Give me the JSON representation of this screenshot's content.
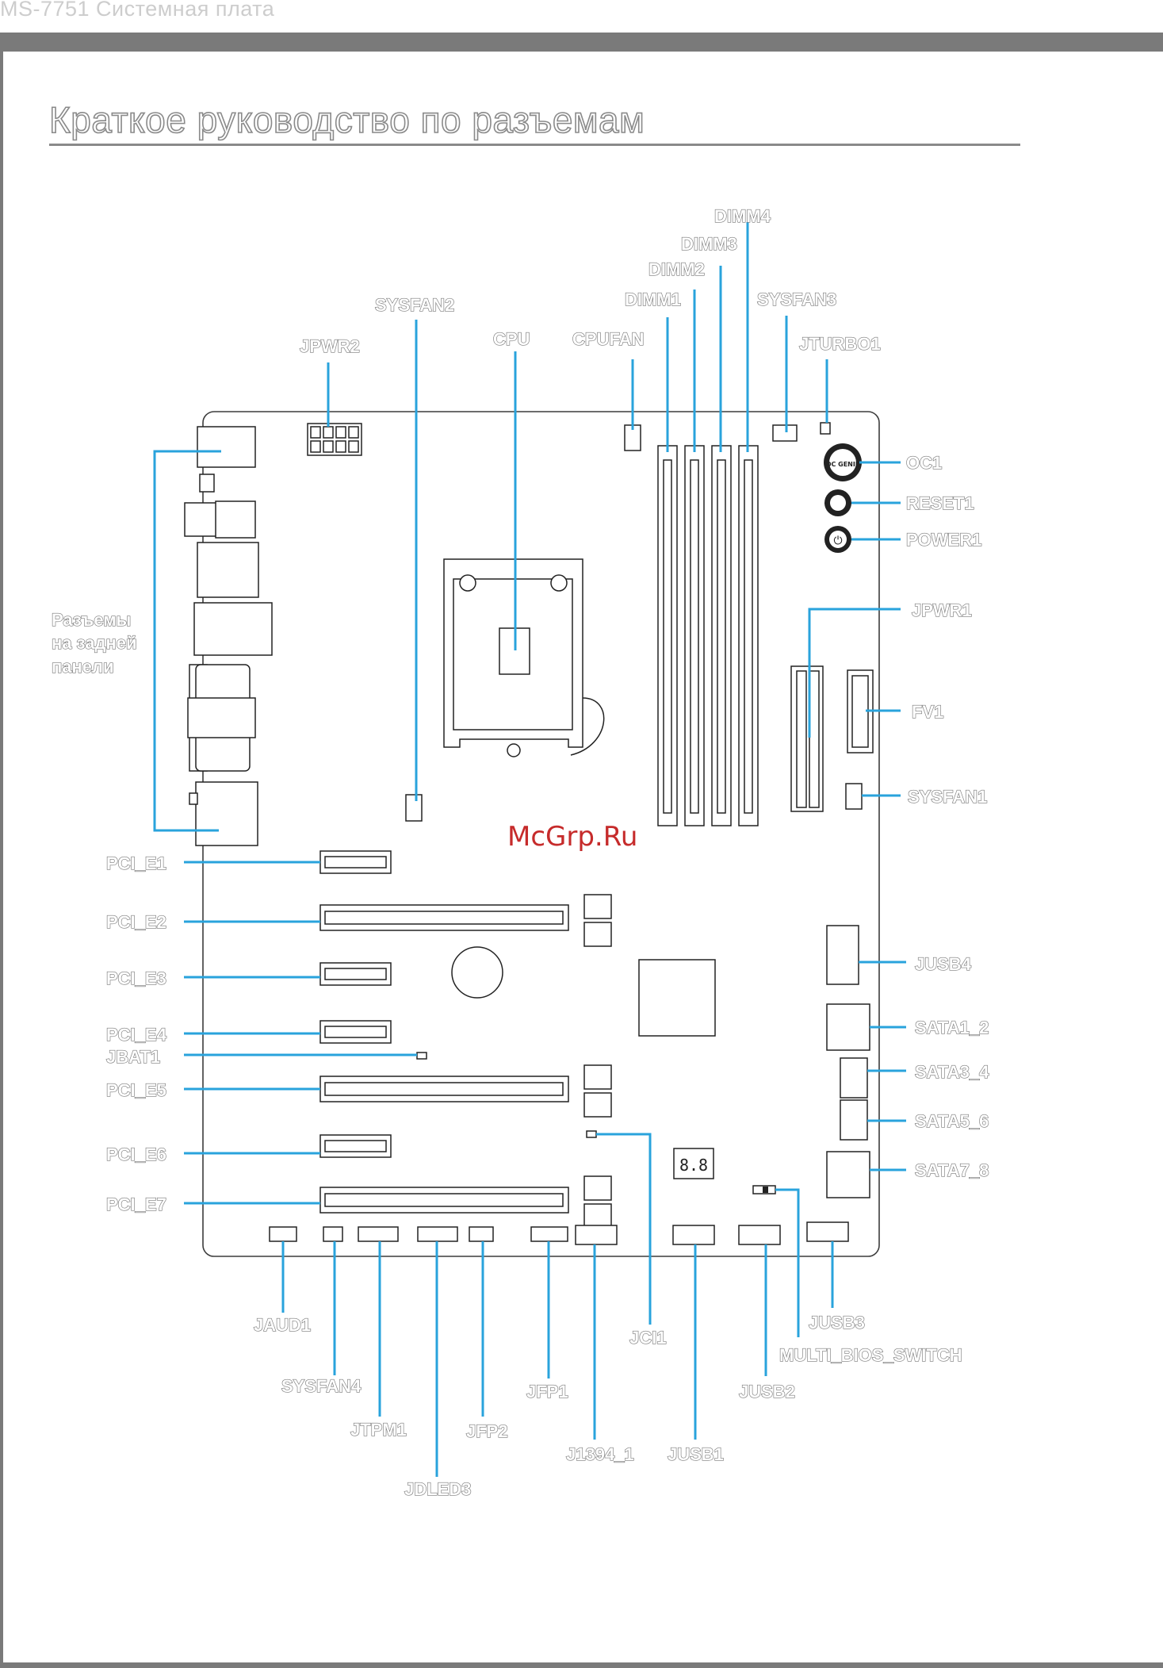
{
  "header": {
    "title": "MS-7751 Системная плата"
  },
  "section": {
    "title": "Краткое руководство по разъемам"
  },
  "labels": {
    "dimm4": "DIMM4",
    "dimm3": "DIMM3",
    "dimm2": "DIMM2",
    "dimm1": "DIMM1",
    "sysfan3": "SYSFAN3",
    "sysfan2": "SYSFAN2",
    "jpwr2": "JPWR2",
    "cpu": "CPU",
    "cpufan": "CPUFAN",
    "jturbo1": "JTURBO1",
    "oc1": "OC1",
    "reset1": "RESET1",
    "power1": "POWER1",
    "jpwr1": "JPWR1",
    "fv1": "FV1",
    "sysfan1": "SYSFAN1",
    "rear_panel_line1": "Разъемы",
    "rear_panel_line2": "на задней",
    "rear_panel_line3": "панели",
    "pci_e1": "PCI_E1",
    "pci_e2": "PCI_E2",
    "pci_e3": "PCI_E3",
    "pci_e4": "PCI_E4",
    "jbat1": "JBAT1",
    "pci_e5": "PCI_E5",
    "pci_e6": "PCI_E6",
    "pci_e7": "PCI_E7",
    "jusb4": "JUSB4",
    "sata1_2": "SATA1_2",
    "sata3_4": "SATA3_4",
    "sata5_6": "SATA5_6",
    "sata7_8": "SATA7_8",
    "jaud1": "JAUD1",
    "sysfan4": "SYSFAN4",
    "jtpm1": "JTPM1",
    "jdled3": "JDLED3",
    "jfp2": "JFP2",
    "jfp1": "JFP1",
    "j1394_1": "J1394_1",
    "jci1": "JCI1",
    "jusb1": "JUSB1",
    "jusb2": "JUSB2",
    "jusb3": "JUSB3",
    "multi_bios_switch": "MULTI_BIOS_SWITCH"
  },
  "buttons": {
    "oc_glyph": "OC GENIE",
    "power_glyph": "⏻"
  },
  "watermark": "McGrp.Ru",
  "colors": {
    "leader": "#29a3dc",
    "label_outline": "#7a7a7a",
    "watermark": "#c62b2b"
  }
}
